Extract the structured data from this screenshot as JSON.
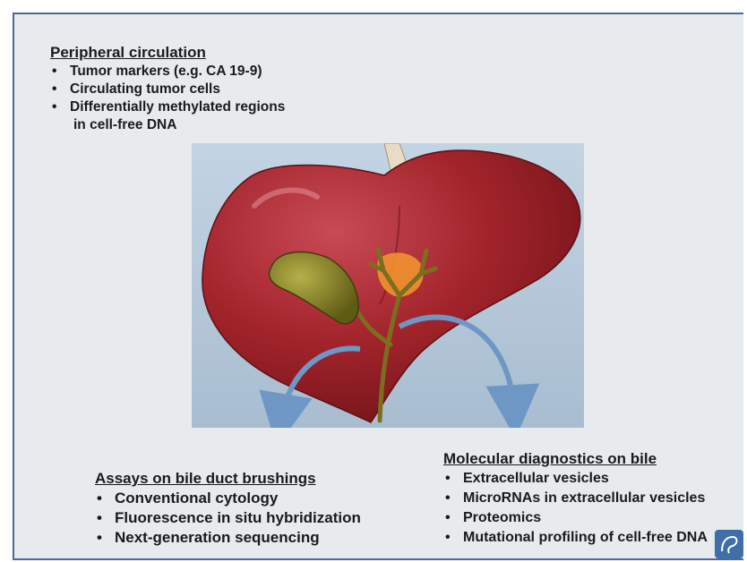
{
  "peripheral": {
    "heading": "Peripheral circulation",
    "items": [
      "Tumor markers (e.g. CA 19-9)",
      "Circulating tumor cells",
      "Differentially methylated regions",
      "in cell-free DNA"
    ]
  },
  "assays": {
    "heading": "Assays on bile duct brushings",
    "items": [
      "Conventional cytology",
      "Fluorescence in situ hybridization",
      "Next-generation sequencing"
    ]
  },
  "molecular": {
    "heading": "Molecular diagnostics on bile",
    "items": [
      "Extracellular vesicles",
      "MicroRNAs in extracellular vesicles",
      "Proteomics",
      "Mutational profiling of cell-free DNA"
    ]
  },
  "colors": {
    "frame_border": "#4a6a9a",
    "panel_bg": "#b6c9da",
    "liver": "#a3242b",
    "gallbladder": "#7a7a22",
    "duct": "#6e6a1c",
    "arrow": "#6f97c6",
    "pancreas_tissue": "#f0922e"
  }
}
